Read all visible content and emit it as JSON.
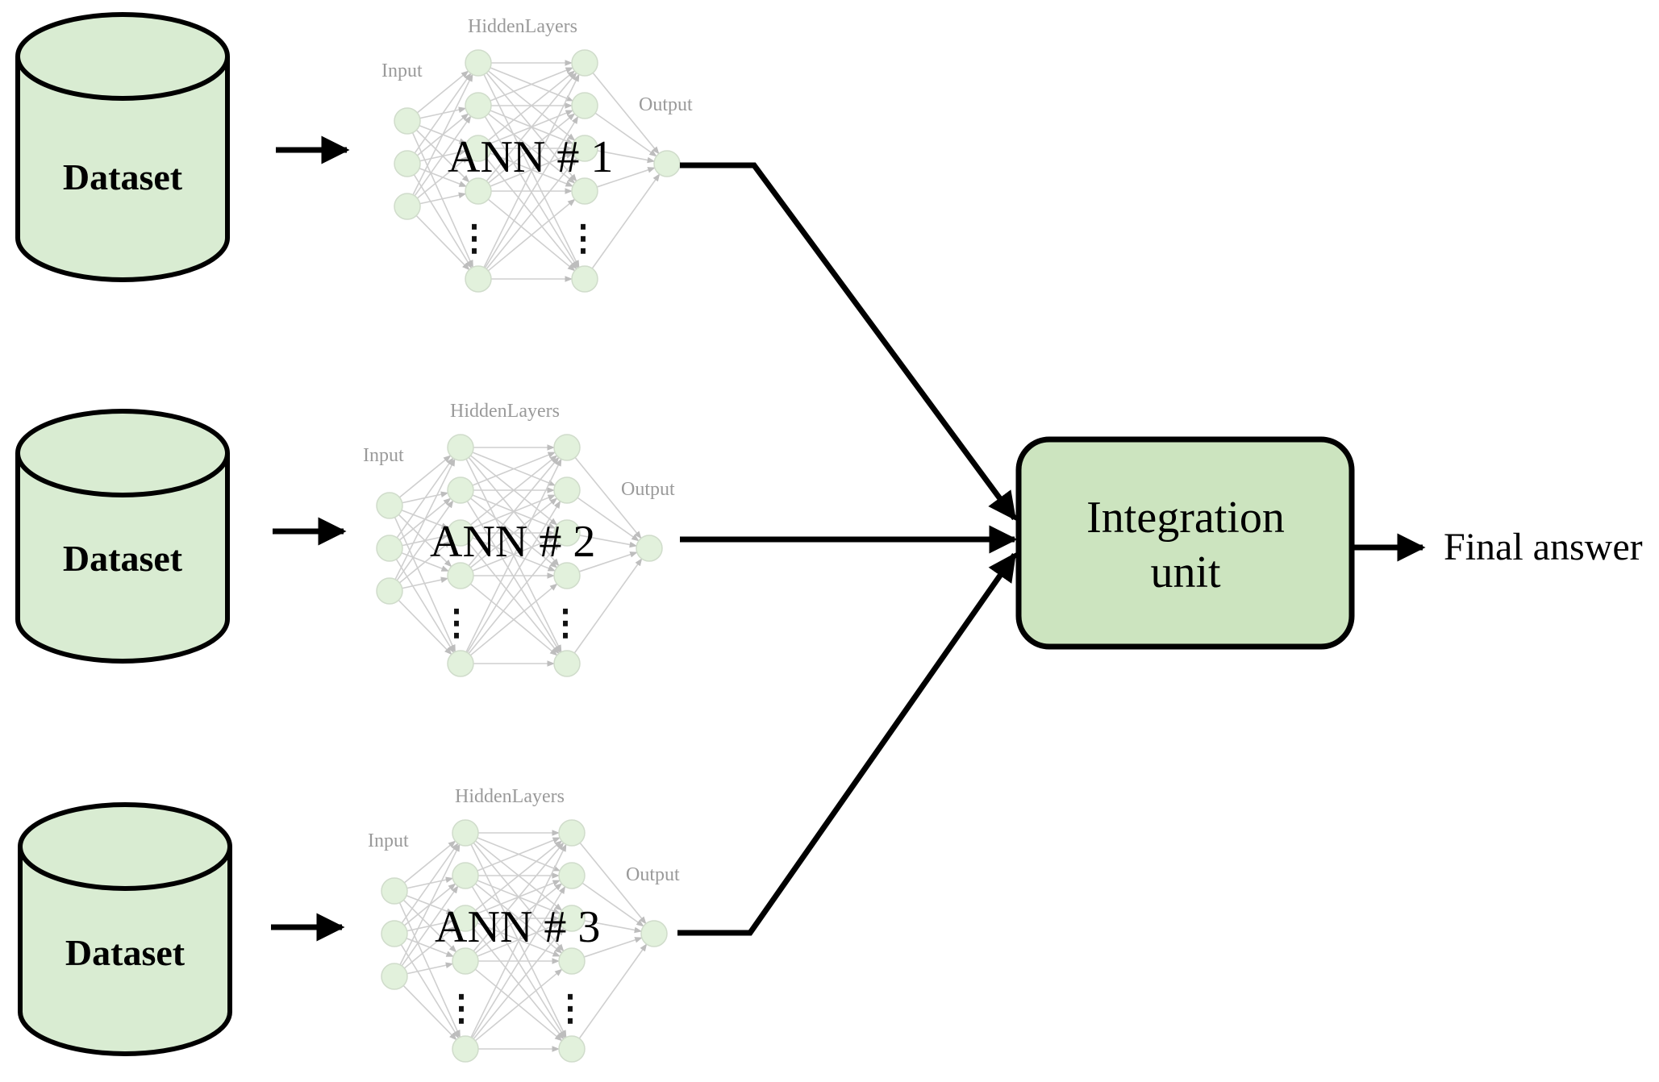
{
  "datasets": [
    {
      "label": "Dataset"
    },
    {
      "label": "Dataset"
    },
    {
      "label": "Dataset"
    }
  ],
  "networks": [
    {
      "title": "ANN # 1",
      "input_label": "Input",
      "hidden_label": "HiddenLayers",
      "output_label": "Output",
      "ellipsis": "⋮"
    },
    {
      "title": "ANN # 2",
      "input_label": "Input",
      "hidden_label": "HiddenLayers",
      "output_label": "Output",
      "ellipsis": "⋮"
    },
    {
      "title": "ANN # 3",
      "input_label": "Input",
      "hidden_label": "HiddenLayers",
      "output_label": "Output",
      "ellipsis": "⋮"
    }
  ],
  "integration_unit": {
    "line1": "Integration",
    "line2": "unit"
  },
  "final_answer": "Final answer",
  "colors": {
    "node_fill": "#e2f1dc",
    "cylinder_fill": "#d9ecd2",
    "unit_fill": "#cce4bf",
    "connection": "#cfcfcf",
    "arrow": "#000000"
  }
}
